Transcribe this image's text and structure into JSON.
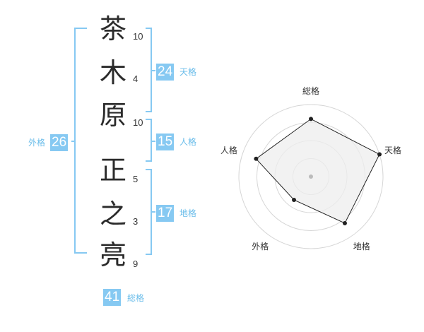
{
  "name_chars": [
    {
      "char": "茶",
      "strokes": "10"
    },
    {
      "char": "木",
      "strokes": "4"
    },
    {
      "char": "原",
      "strokes": "10"
    },
    {
      "char": "正",
      "strokes": "5"
    },
    {
      "char": "之",
      "strokes": "3"
    },
    {
      "char": "亮",
      "strokes": "9"
    }
  ],
  "kaku": {
    "tenkaku": {
      "label": "天格",
      "value": "24"
    },
    "jinkaku": {
      "label": "人格",
      "value": "15"
    },
    "chikaku": {
      "label": "地格",
      "value": "17"
    },
    "gaikaku": {
      "label": "外格",
      "value": "26"
    },
    "soukaku": {
      "label": "総格",
      "value": "41"
    }
  },
  "radar": {
    "axes": [
      "総格",
      "天格",
      "地格",
      "外格",
      "人格"
    ],
    "levels": 4,
    "scores": [
      4,
      5,
      4,
      2,
      4
    ],
    "max": 5,
    "colors": {
      "fill": "#eeeeee",
      "stroke": "#222222",
      "grid": "#d6d6d6",
      "point": "#222222",
      "center": "#bbbbbb"
    }
  },
  "colors": {
    "accent": "#86c9f2",
    "bracket": "#86c9f2",
    "label": "#6bbdea"
  }
}
